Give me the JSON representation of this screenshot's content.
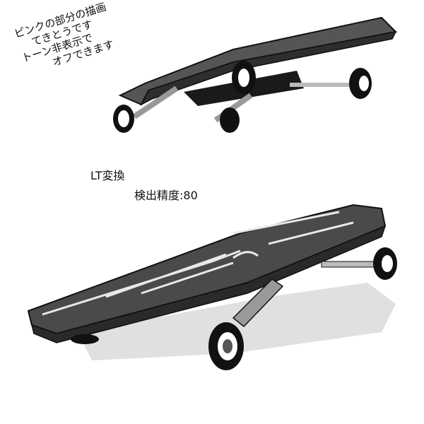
{
  "notes": {
    "top_lines": [
      "ピンクの部分の描画",
      "てきとうです",
      "トーン非表示で",
      "オフできます"
    ],
    "conversion": "LT変換",
    "accuracy": "検出精度:80"
  },
  "colors": {
    "deck": "#4a4a4a",
    "deck_edge": "#2a2a2a",
    "trim": "#e8e8e8",
    "shadow": "#d8d8d8"
  }
}
